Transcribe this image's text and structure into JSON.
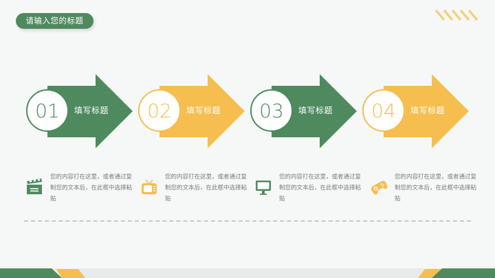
{
  "header": {
    "title": "请输入您的标题"
  },
  "colors": {
    "green": "#4e8a5e",
    "yellow": "#f6be4f",
    "text": "#7a7a7a",
    "background": "#f5f8f6"
  },
  "steps": [
    {
      "number": "01",
      "label": "填写标题",
      "color": "green"
    },
    {
      "number": "02",
      "label": "填写标题",
      "color": "yellow"
    },
    {
      "number": "03",
      "label": "填写标题",
      "color": "green"
    },
    {
      "number": "04",
      "label": "填写标题",
      "color": "yellow"
    }
  ],
  "descriptions": [
    {
      "icon": "clapperboard-icon",
      "text": "您的内容打在这里，或者通过复制您的文本后，在此框中选择粘贴"
    },
    {
      "icon": "tv-icon",
      "text": "您的内容打在这里，或者通过复制您的文本后，在此框中选择粘贴"
    },
    {
      "icon": "monitor-icon",
      "text": "您的内容打在这里，或者通过复制您的文本后，在此框中选择粘贴"
    },
    {
      "icon": "gamepad-icon",
      "text": "您的内容打在这里，或者通过复制您的文本后，在此框中选择粘贴"
    }
  ]
}
